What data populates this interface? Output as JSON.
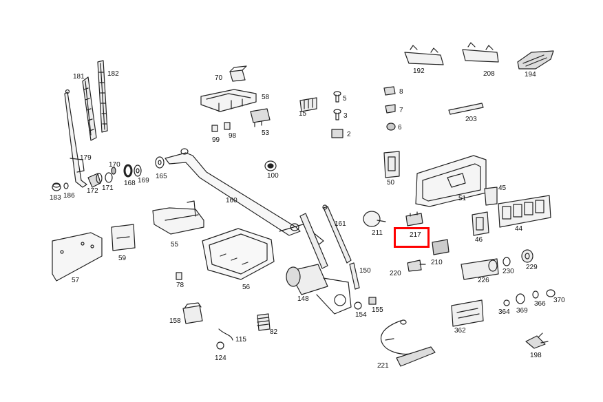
{
  "highlight_color": "#ff0000",
  "parts": [
    {
      "id": "p181",
      "label": "181"
    },
    {
      "id": "p182",
      "label": "182"
    },
    {
      "id": "p179",
      "label": "179"
    },
    {
      "id": "p170",
      "label": "170"
    },
    {
      "id": "p171",
      "label": "171"
    },
    {
      "id": "p172",
      "label": "172"
    },
    {
      "id": "p168",
      "label": "168"
    },
    {
      "id": "p169",
      "label": "169"
    },
    {
      "id": "p165",
      "label": "165"
    },
    {
      "id": "p183",
      "label": "183"
    },
    {
      "id": "p186",
      "label": "186"
    },
    {
      "id": "p70",
      "label": "70"
    },
    {
      "id": "p58",
      "label": "58"
    },
    {
      "id": "p99",
      "label": "99"
    },
    {
      "id": "p98",
      "label": "98"
    },
    {
      "id": "p53",
      "label": "53"
    },
    {
      "id": "p5",
      "label": "5"
    },
    {
      "id": "p3",
      "label": "3"
    },
    {
      "id": "p2",
      "label": "2"
    },
    {
      "id": "p15",
      "label": "15"
    },
    {
      "id": "p8",
      "label": "8"
    },
    {
      "id": "p7",
      "label": "7"
    },
    {
      "id": "p6",
      "label": "6"
    },
    {
      "id": "p192",
      "label": "192"
    },
    {
      "id": "p208",
      "label": "208"
    },
    {
      "id": "p194",
      "label": "194"
    },
    {
      "id": "p203",
      "label": "203"
    },
    {
      "id": "p100",
      "label": "100"
    },
    {
      "id": "p50",
      "label": "50"
    },
    {
      "id": "p51",
      "label": "51"
    },
    {
      "id": "p45",
      "label": "45"
    },
    {
      "id": "p44",
      "label": "44"
    },
    {
      "id": "p46",
      "label": "46"
    },
    {
      "id": "p160",
      "label": "160"
    },
    {
      "id": "p161",
      "label": "161"
    },
    {
      "id": "p211",
      "label": "211"
    },
    {
      "id": "p217",
      "label": "217"
    },
    {
      "id": "p210",
      "label": "210"
    },
    {
      "id": "p55",
      "label": "55"
    },
    {
      "id": "p59",
      "label": "59"
    },
    {
      "id": "p57",
      "label": "57"
    },
    {
      "id": "p78",
      "label": "78"
    },
    {
      "id": "p56",
      "label": "56"
    },
    {
      "id": "p150",
      "label": "150"
    },
    {
      "id": "p148",
      "label": "148"
    },
    {
      "id": "p154",
      "label": "154"
    },
    {
      "id": "p155",
      "label": "155"
    },
    {
      "id": "p220",
      "label": "220"
    },
    {
      "id": "p226",
      "label": "226"
    },
    {
      "id": "p230",
      "label": "230"
    },
    {
      "id": "p229",
      "label": "229"
    },
    {
      "id": "p158",
      "label": "158"
    },
    {
      "id": "p82",
      "label": "82"
    },
    {
      "id": "p115",
      "label": "115"
    },
    {
      "id": "p124",
      "label": "124"
    },
    {
      "id": "p221",
      "label": "221"
    },
    {
      "id": "p362",
      "label": "362"
    },
    {
      "id": "p364",
      "label": "364"
    },
    {
      "id": "p369",
      "label": "369"
    },
    {
      "id": "p366",
      "label": "366"
    },
    {
      "id": "p370",
      "label": "370"
    },
    {
      "id": "p198",
      "label": "198"
    }
  ]
}
